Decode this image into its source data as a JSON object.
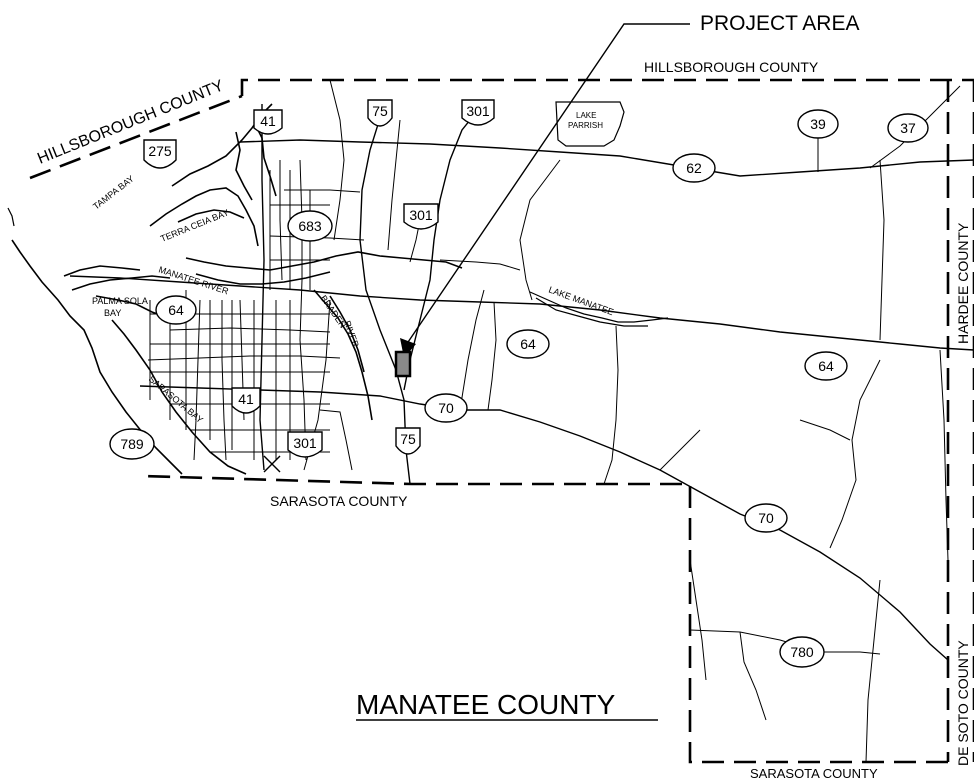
{
  "map": {
    "title": "MANATEE COUNTY",
    "project_callout": "PROJECT AREA",
    "counties": {
      "hillsborough_north": "HILLSBOROUGH COUNTY",
      "hillsborough_nw": "HILLSBOROUGH COUNTY",
      "sarasota_south": "SARASOTA COUNTY",
      "sarasota_southeast": "SARASOTA COUNTY",
      "hardee": "HARDEE COUNTY",
      "desoto": "DE SOTO COUNTY"
    },
    "water_labels": {
      "tampa_bay": "TAMPA BAY",
      "terra_ceia_bay": "TERRA CEIA BAY",
      "manatee_river": "MANATEE RIVER",
      "palma_sola_bay_1": "PALMA SOLA",
      "palma_sola_bay_2": "BAY",
      "sarasota_bay": "SARASOTA BAY",
      "braden_river_1": "BRADEN",
      "braden_river_2": "RIVER",
      "lake_manatee": "LAKE MANATEE",
      "lake_parrish_1": "LAKE",
      "lake_parrish_2": "PARRISH"
    },
    "shields": {
      "i275": "275",
      "us41_north": "41",
      "i75_north": "75",
      "us301_north": "301",
      "sr39": "39",
      "sr37": "37",
      "sr62": "62",
      "sr683": "683",
      "us301_mid": "301",
      "sr64_west": "64",
      "sr64_mid": "64",
      "sr64_east": "64",
      "us41_south": "41",
      "sr70_mid": "70",
      "i75_south": "75",
      "us301_south": "301",
      "sr789": "789",
      "sr70_east": "70",
      "sr780": "780"
    }
  }
}
